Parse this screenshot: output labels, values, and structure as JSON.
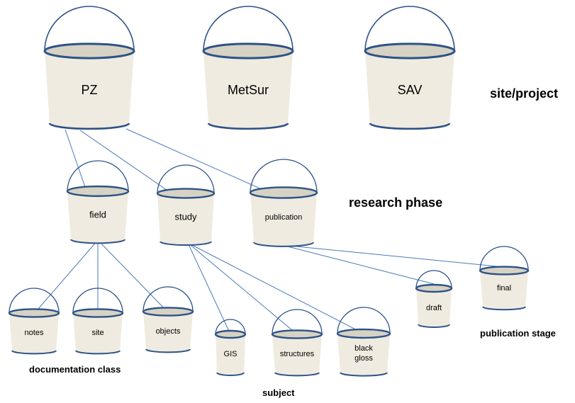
{
  "colors": {
    "bucket_fill": "#efebe0",
    "bucket_rim_inner": "#d6d2c4",
    "bucket_outline": "#2d5287",
    "connector": "#4a7ab8"
  },
  "levels": {
    "site_project": "site/project",
    "research_phase": "research phase",
    "documentation_class": "documentation class",
    "subject": "subject",
    "publication_stage": "publication stage"
  },
  "buckets": {
    "pz": "PZ",
    "metsur": "MetSur",
    "sav": "SAV",
    "field": "field",
    "study": "study",
    "publication": "publication",
    "notes": "notes",
    "site": "site",
    "objects": "objects",
    "gis": "GIS",
    "structures": "structures",
    "black_gloss": [
      "black",
      "gloss"
    ],
    "draft": "draft",
    "final": "final"
  }
}
